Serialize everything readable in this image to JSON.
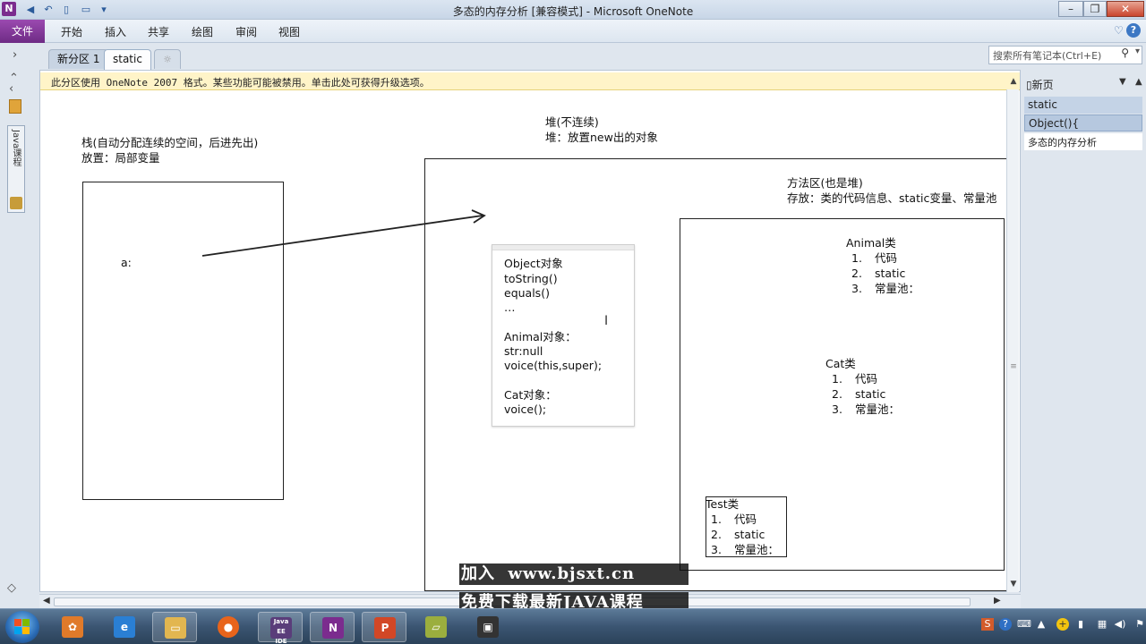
{
  "window": {
    "title": "多态的内存分析 [兼容模式] - Microsoft OneNote",
    "app_icon": "N"
  },
  "ribbon": {
    "file": "文件",
    "tabs": [
      "开始",
      "插入",
      "共享",
      "绘图",
      "审阅",
      "视图"
    ]
  },
  "section_tabs": {
    "tab1": "新分区 1",
    "tab2": "static",
    "add_icon": "new-section-icon"
  },
  "search": {
    "placeholder": "搜索所有笔记本(Ctrl+E)"
  },
  "notebook": {
    "name": "Java课程"
  },
  "infobar": {
    "text": "此分区使用 OneNote 2007 格式。某些功能可能被禁用。单击此处可获得升级选项。"
  },
  "page": {
    "stack_title": "栈(自动分配连续的空间，后进先出)",
    "stack_content": "放置：局部变量",
    "stack_var": "a:",
    "heap_title": "堆(不连续)",
    "heap_content": "堆：放置new出的对象",
    "method_area_title": "方法区(也是堆)",
    "method_area_content": "存放：类的代码信息、static变量、常量池",
    "object_box": {
      "lines": [
        "Object对象",
        "toString()",
        "equals()",
        "…",
        "",
        "Animal对象：",
        "str:null",
        "voice(this,super);",
        "",
        "Cat对象：",
        "voice();"
      ]
    },
    "animal_class": {
      "title": "Animal类",
      "items": [
        "代码",
        "static",
        "常量池："
      ]
    },
    "cat_class": {
      "title": "Cat类",
      "items": [
        "代码",
        "static",
        "常量池："
      ]
    },
    "test_class": {
      "title": "Test类",
      "items": [
        "代码",
        "static",
        "常量池："
      ]
    }
  },
  "page_panel": {
    "new_page": "新页",
    "pages": [
      "static",
      "Object(){",
      "多态的内存分析"
    ]
  },
  "watermark": {
    "line1": "加入  www.bjsxt.cn",
    "line2": "免费下载最新JAVA课程"
  },
  "taskbar": {
    "apps": [
      "windows-live-icon",
      "internet-explorer-icon",
      "file-explorer-icon",
      "firefox-icon",
      "java-ee-ide-icon",
      "onenote-icon",
      "powerpoint-icon",
      "notes-icon",
      "media-icon"
    ],
    "java_ide_label": "Java EE IDE"
  }
}
